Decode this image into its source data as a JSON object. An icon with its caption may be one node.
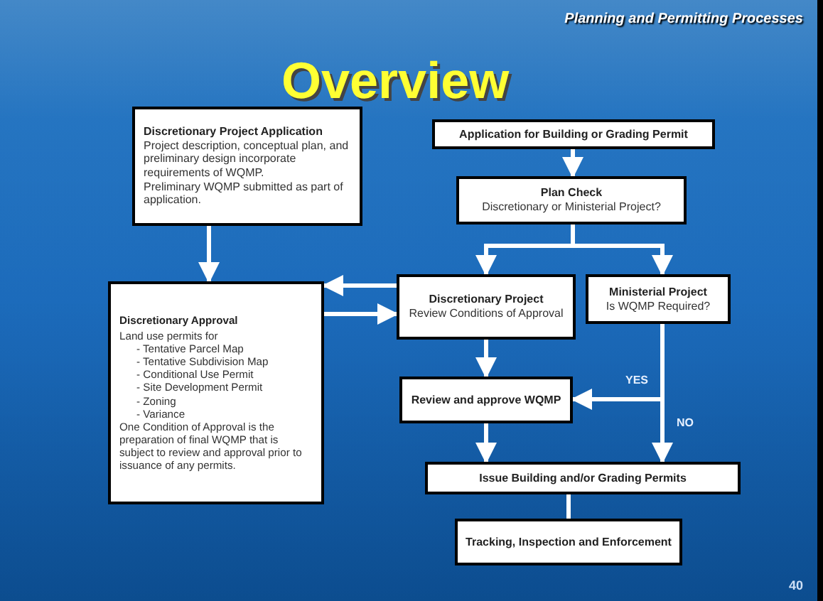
{
  "diagram": {
    "title": "Overview",
    "nodes": [
      {
        "text": [
          "Discretionary Project Application",
          "Project description, conceptual plan, and preliminary design incorporate requirements of WQMP.",
          "Preliminary WQMP submitted as part of application."
        ]
      },
      {
        "text": [
          "Discretionary Approval",
          "Land use permits for",
          "- Tentative Parcel Map",
          "- Tentative Subdivision Map",
          "- Conditional Use Permit",
          "- Site Development Permit",
          "- Zoning",
          "- Variance",
          "One Condition of Approval is the preparation of final WQMP that is subject to review and approval prior to issuance of any permits."
        ]
      },
      {
        "text": [
          "Application for Building or Grading Permit"
        ]
      },
      {
        "text": [
          "Plan Check",
          "Discretionary or Ministerial Project?"
        ]
      },
      {
        "text": [
          "Discretionary Project",
          "Review Conditions of Approval"
        ]
      },
      {
        "text": [
          "Ministerial Project",
          "Is WQMP Required?"
        ]
      },
      {
        "text": [
          "Review and approve WQMP"
        ]
      },
      {
        "text": [
          "Issue Building and/or Grading Permits"
        ]
      },
      {
        "text": [
          "Tracking, Inspection and Enforcement"
        ]
      }
    ],
    "edges": [
      {
        "from": 0,
        "to": 1,
        "arrow": "to"
      },
      {
        "from": 4,
        "to": 1,
        "arrow": "to"
      },
      {
        "from": 1,
        "to": 4,
        "arrow": "to"
      },
      {
        "from": 2,
        "to": 3,
        "arrow": "to"
      },
      {
        "from": 3,
        "to": 4,
        "arrow": "to"
      },
      {
        "from": 3,
        "to": 5,
        "arrow": "to"
      },
      {
        "from": 4,
        "to": 6,
        "arrow": "to"
      },
      {
        "from": 5,
        "to": 6,
        "arrow": "to",
        "label": "YES"
      },
      {
        "from": 5,
        "to": 7,
        "arrow": "to",
        "label": "NO"
      },
      {
        "from": 6,
        "to": 7,
        "arrow": "to"
      },
      {
        "from": 7,
        "to": 8,
        "arrow": "none"
      }
    ],
    "labels": [
      "Planning and Permitting Processes",
      "40"
    ]
  }
}
